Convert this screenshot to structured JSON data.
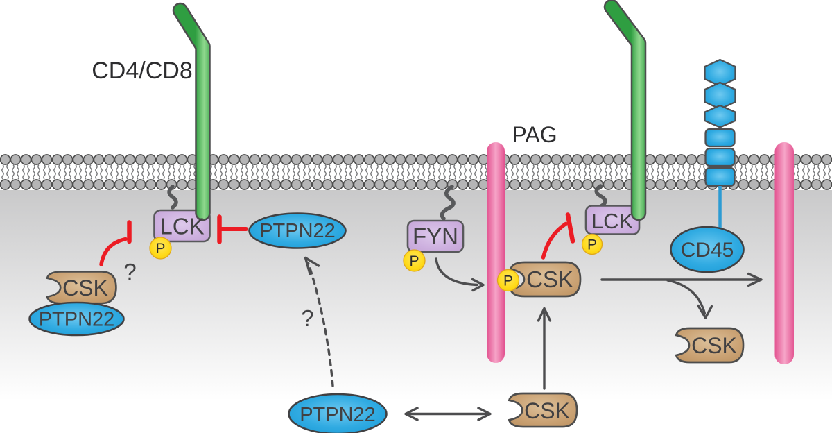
{
  "labels": {
    "cd4cd8": "CD4/CD8",
    "pag": "PAG",
    "lck": "LCK",
    "fyn": "FYN",
    "cd45": "CD45",
    "csk": "CSK",
    "ptpn22": "PTPN22",
    "phospho": "P",
    "question_mark": "?"
  },
  "colors": {
    "receptor_green": "#2f9e41",
    "membrane_gray": "#b5b5b6",
    "pag_pink": "#e2518f",
    "kinase_purple": "#cdb0df",
    "phosphatase_blue": "#31abe2",
    "csk_tan": "#cba375",
    "phospho_yellow": "#ffda18",
    "inhibition_red": "#ec1c24",
    "arrow_gray": "#4d4d4f"
  }
}
